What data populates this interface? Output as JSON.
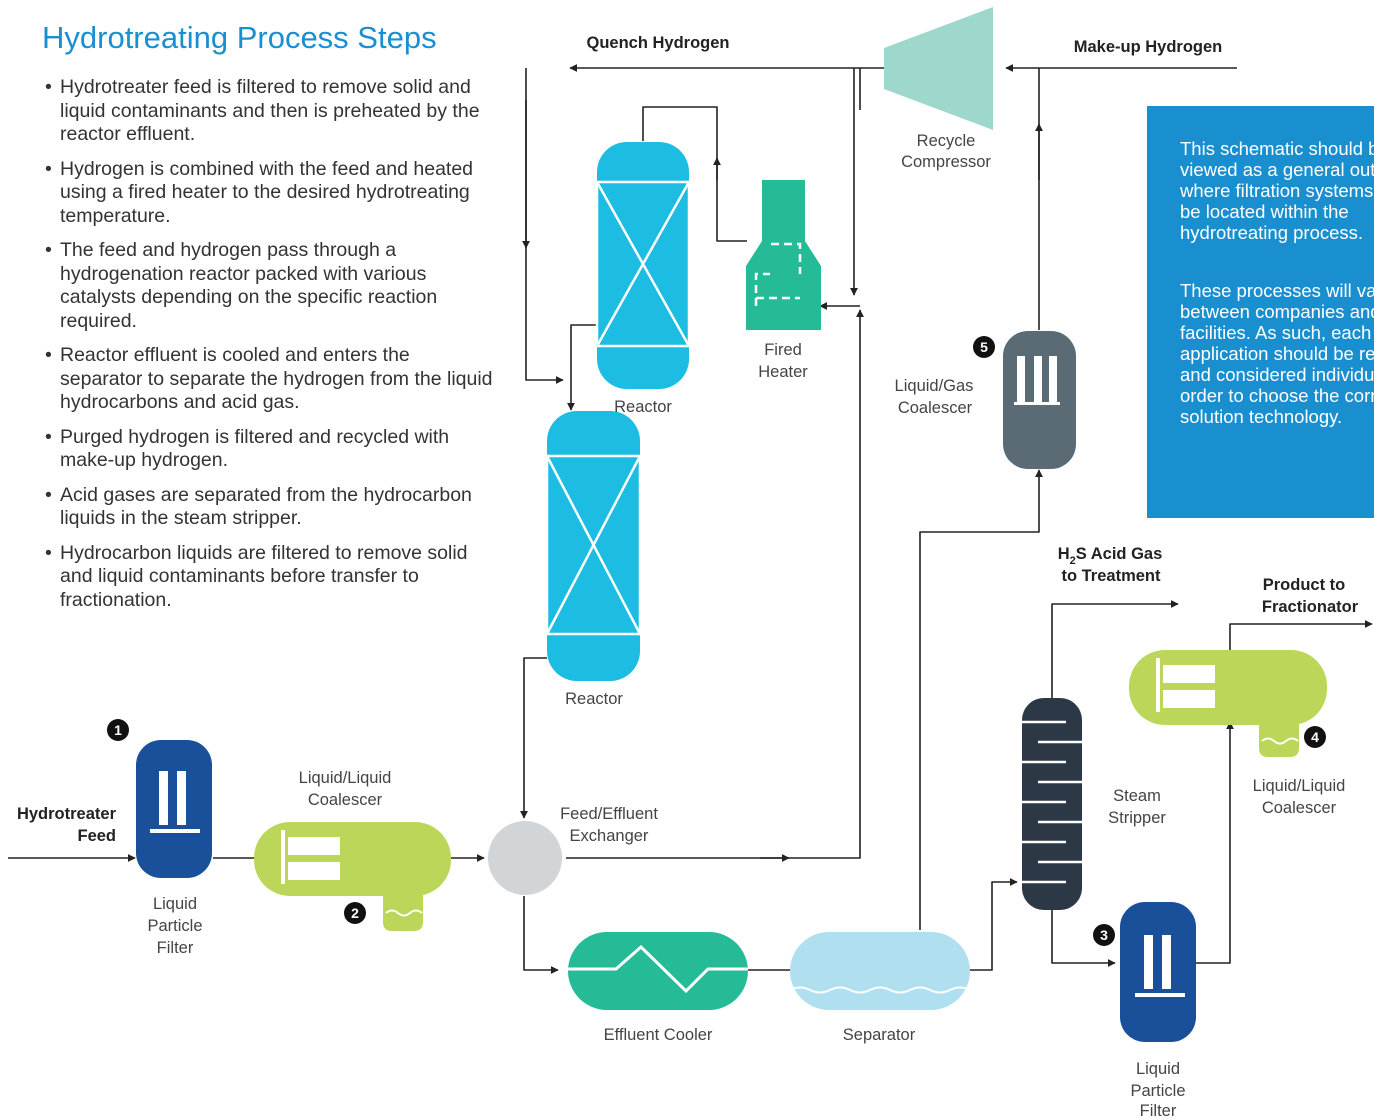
{
  "title": "Hydrotreating Process Steps",
  "bullets": [
    "Hydrotreater feed is filtered to remove solid and liquid contaminants and then is preheated by the reactor effluent.",
    "Hydrogen is combined with the feed and heated using a fired heater to the desired hydrotreating temperature.",
    "The feed and hydrogen pass through a hydrogenation reactor packed with various catalysts depending on the specific reaction required.",
    "Reactor effluent is cooled and enters the separator to separate the hydrogen from the liquid hydrocarbons and acid gas.",
    "Purged hydrogen is filtered and recycled with make-up hydrogen.",
    "Acid gases are separated from the hydrocarbon liquids in the steam stripper.",
    "Hydrocarbon liquids are filtered to remove solid and liquid contaminants before transfer to fractionation."
  ],
  "note": {
    "p1": "This schematic should be viewed as a general outline of where filtration systems could be located within the hydrotreating process.",
    "p2": "These processes will vary between companies and facilities. As such, each application should be reviewed and considered individually in order to choose the correct solution technology."
  },
  "streams": {
    "quench": "Quench Hydrogen",
    "makeup": "Make-up Hydrogen",
    "feed_l1": "Hydrotreater",
    "feed_l2": "Feed",
    "h2s_l1a": "H",
    "h2s_sub": "2",
    "h2s_l1b": "S Acid Gas",
    "h2s_l2": "to Treatment",
    "product_l1": "Product to",
    "product_l2": "Fractionator"
  },
  "equipment": {
    "compressor_l1": "Recycle",
    "compressor_l2": "Compressor",
    "heater_l1": "Fired",
    "heater_l2": "Heater",
    "reactor1": "Reactor",
    "reactor2": "Reactor",
    "lg_coalescer_l1": "Liquid/Gas",
    "lg_coalescer_l2": "Coalescer",
    "feed_filter_l1": "Liquid",
    "feed_filter_l2": "Particle",
    "feed_filter_l3": "Filter",
    "ll_coalescer1_l1": "Liquid/Liquid",
    "ll_coalescer1_l2": "Coalescer",
    "exchanger_l1": "Feed/Effluent",
    "exchanger_l2": "Exchanger",
    "cooler": "Effluent Cooler",
    "separator": "Separator",
    "stripper_l1": "Steam",
    "stripper_l2": "Stripper",
    "product_filter_l1": "Liquid",
    "product_filter_l2": "Particle",
    "product_filter_l3": "Filter",
    "ll_coalescer2_l1": "Liquid/Liquid",
    "ll_coalescer2_l2": "Coalescer"
  },
  "markers": [
    "1",
    "2",
    "3",
    "4",
    "5"
  ],
  "colors": {
    "accent_blue": "#1a8fd0",
    "reactor": "#1dbce2",
    "heater": "#25bb97",
    "compressor": "#9ed8cc",
    "filter_navy": "#1a4f9a",
    "coalescer_green": "#bcd65a",
    "lg_coalescer": "#5a6b75",
    "stripper": "#2c3845",
    "exchanger": "#d2d5d7",
    "separator": "#b0e0ef"
  }
}
